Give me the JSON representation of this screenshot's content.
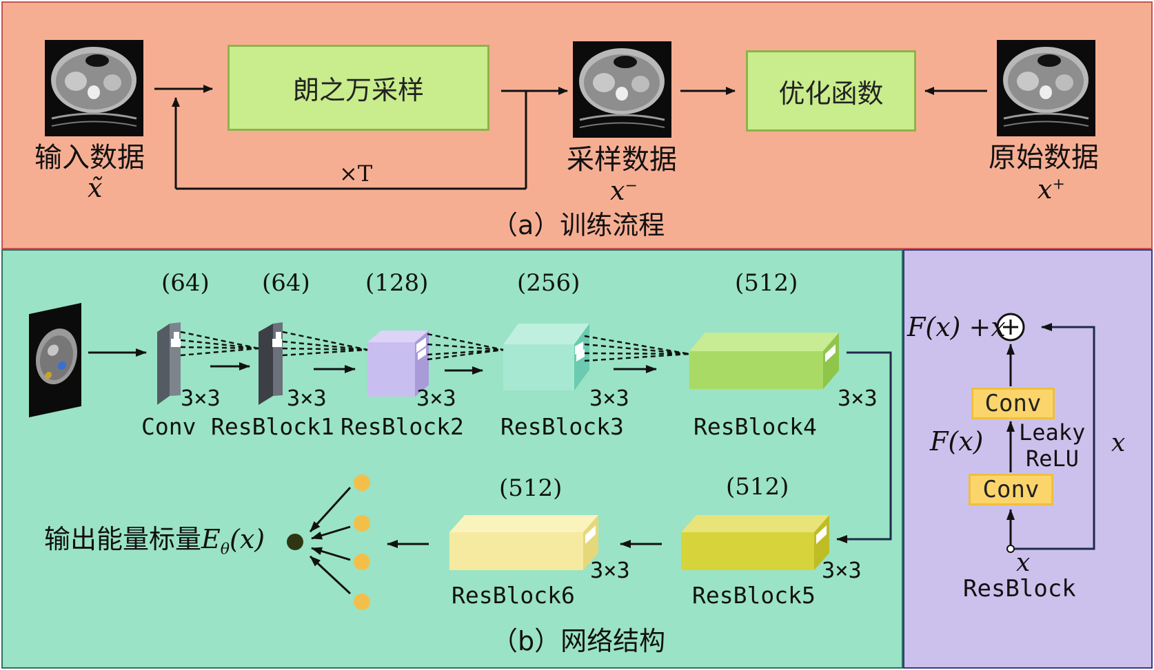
{
  "panel_a": {
    "caption": "（a）训练流程",
    "langevin_box": "朗之万采样",
    "optimize_box": "优化函数",
    "input": {
      "label": "输入数据",
      "symbol": "x̃"
    },
    "sampled": {
      "label": "采样数据",
      "symbol": "x",
      "sup": "−"
    },
    "original": {
      "label": "原始数据",
      "symbol": "x",
      "sup": "+"
    },
    "loop_label": "×T"
  },
  "panel_b": {
    "caption": "（b）网络结构",
    "channels": [
      "(64)",
      "(64)",
      "(128)",
      "(256)",
      "(512)",
      "(512)",
      "(512)"
    ],
    "kernels": [
      "3×3",
      "3×3",
      "3×3",
      "3×3",
      "3×3",
      "3×3",
      "3×3"
    ],
    "layers": [
      "Conv",
      "ResBlock1",
      "ResBlock2",
      "ResBlock3",
      "ResBlock4",
      "ResBlock5",
      "ResBlock6"
    ],
    "output_label": "输出能量标量",
    "output_symbol": "E",
    "output_sub": "θ",
    "output_arg": "(x)"
  },
  "panel_c": {
    "title": "ResBlock",
    "conv_top": "Conv",
    "conv_bottom": "Conv",
    "activation_line1": "Leaky",
    "activation_line2": "ReLU",
    "sum_label_f": "F",
    "sum_label_rest": "(x) +x",
    "fx_label_f": "F",
    "fx_label_rest": "(x)",
    "skip_label": "x",
    "input_label": "x"
  },
  "colors": {
    "panel_a_bg": "#f6ae93",
    "panel_b_bg": "#9ae3c6",
    "panel_c_bg": "#ccc1ec",
    "process_box": "#c9ec8c",
    "conv_box": "#fbd56b",
    "output_dots": "#f2c04a",
    "output_node": "#2f3512"
  }
}
